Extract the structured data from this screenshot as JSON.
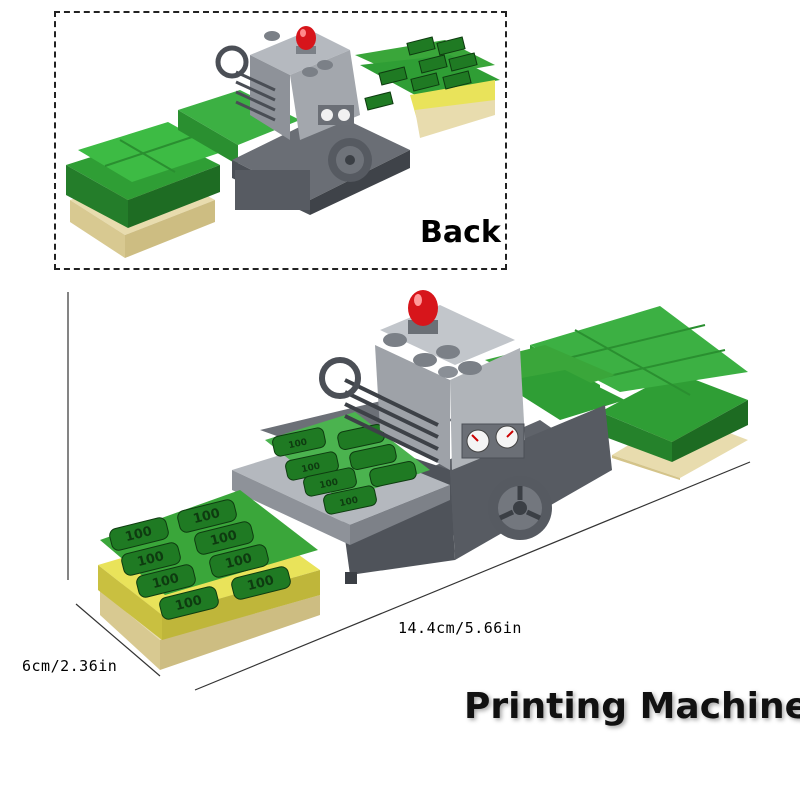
{
  "back_label": "Back",
  "width_label": "14.4cm/5.66in",
  "depth_label": "6cm/2.36in",
  "title": "Printing Machine",
  "bill_denomination": "100",
  "colors": {
    "money_green": "#3aa63a",
    "bill_dark": "#1f7a23",
    "brick_green": "#2f9e35",
    "tan": "#e8dcae",
    "yellow": "#e9e35a",
    "gray_light": "#a9aeb4",
    "gray_dark": "#5b5f66",
    "beacon_red": "#d7151b"
  }
}
